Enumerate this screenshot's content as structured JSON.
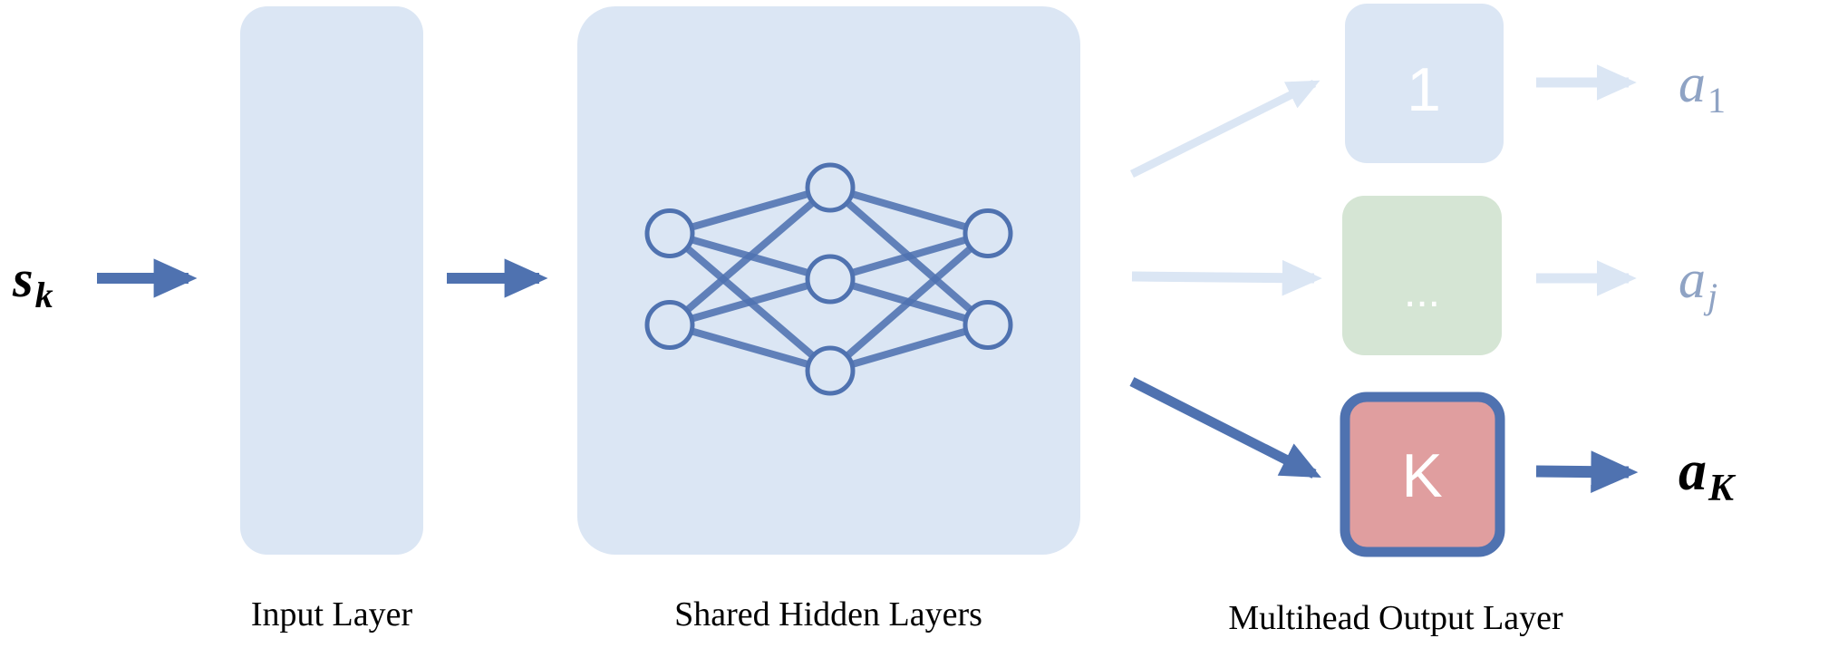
{
  "input": {
    "symbol": "s",
    "subscript": "k"
  },
  "layers": {
    "input_label": "Input Layer",
    "shared_label": "Shared Hidden Layers",
    "output_label": "Multihead Output Layer"
  },
  "network_icon": {
    "layers": [
      2,
      3,
      2
    ]
  },
  "heads": [
    {
      "id": "head-1",
      "label": "1",
      "fill": "#dbe6f4",
      "active": false,
      "output_symbol": "a",
      "output_subscript": "1"
    },
    {
      "id": "head-j",
      "label": "...",
      "fill": "#d5e5d4",
      "active": false,
      "output_symbol": "a",
      "output_subscript": "j"
    },
    {
      "id": "head-K",
      "label": "K",
      "fill": "#e09e9f",
      "active": true,
      "output_symbol": "a",
      "output_subscript": "K"
    }
  ],
  "colors": {
    "accent": "#4f72b0",
    "faded_arrow": "#dbe6f4",
    "layer_fill": "#dbe6f4",
    "faded_text": "#8fa3c4",
    "text": "#000000"
  }
}
